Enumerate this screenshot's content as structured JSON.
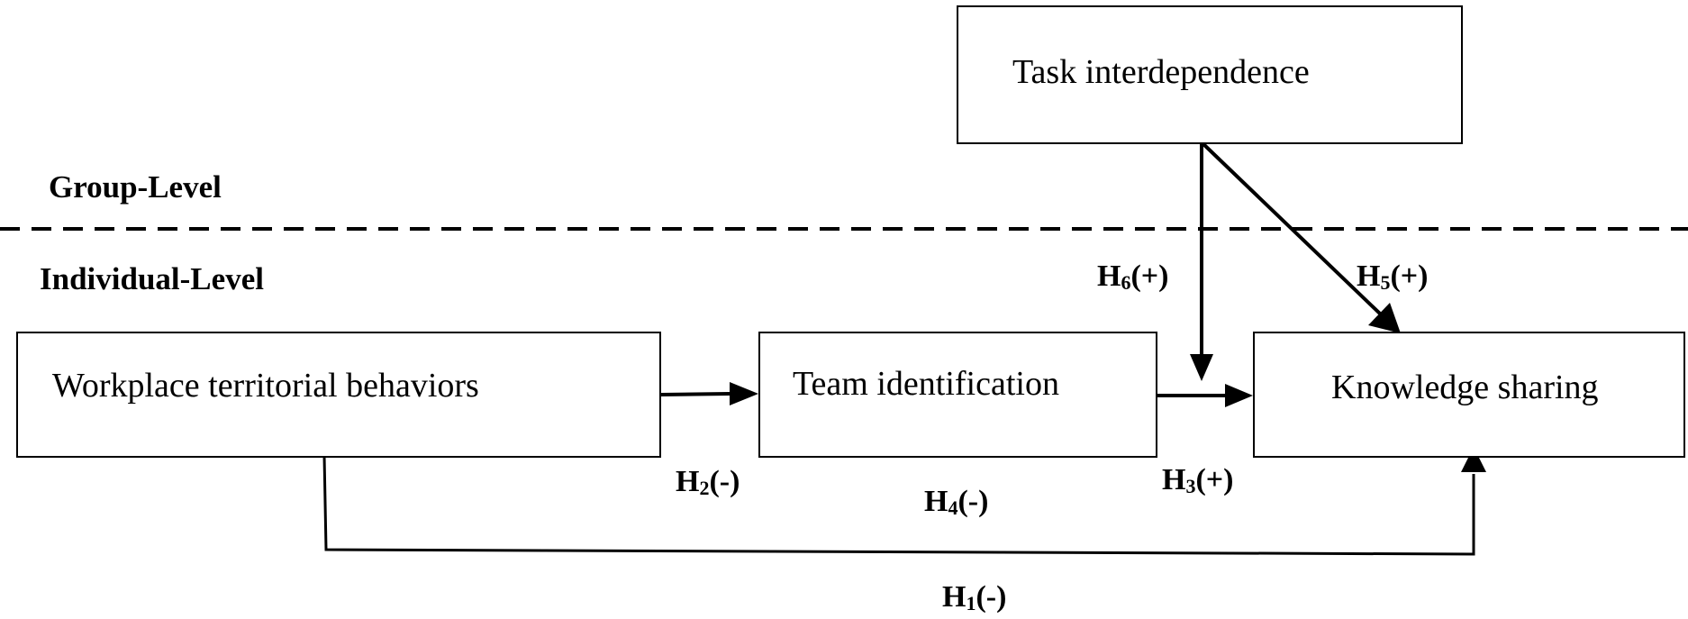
{
  "levels": {
    "group": "Group-Level",
    "individual": "Individual-Level"
  },
  "boxes": {
    "task": "Task interdependence",
    "territorial": "Workplace territorial behaviors",
    "team": "Team identification",
    "knowledge": "Knowledge sharing"
  },
  "hypotheses": {
    "h1": {
      "letter": "H",
      "num": "1",
      "sign": "(-)"
    },
    "h2": {
      "letter": "H",
      "num": "2",
      "sign": "(-)"
    },
    "h3": {
      "letter": "H",
      "num": "3",
      "sign": "(+)"
    },
    "h4": {
      "letter": "H",
      "num": "4",
      "sign": "(-)"
    },
    "h5": {
      "letter": "H",
      "num": "5",
      "sign": "(+)"
    },
    "h6": {
      "letter": "H",
      "num": "6",
      "sign": "(+)"
    }
  }
}
